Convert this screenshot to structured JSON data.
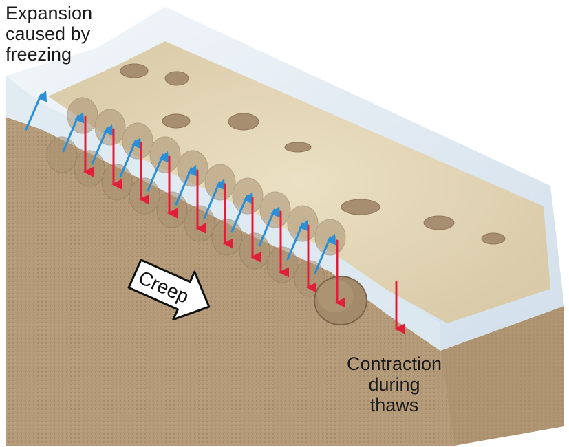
{
  "labels": {
    "expansion": [
      "Expansion",
      "caused by",
      "freezing"
    ],
    "creep": "Creep",
    "contraction": [
      "Contraction",
      "during",
      "thaws"
    ]
  },
  "colors": {
    "expansion_arrow": "#2a8fd6",
    "contraction_arrow": "#e0203a",
    "soil_side": "#b49a78",
    "soil_top": "#e6d9b8",
    "ice": "#dfe9f1"
  },
  "icons": {
    "expansion": "arrow-up-right-icon",
    "contraction": "arrow-down-icon",
    "creep": "arrow-right-icon"
  }
}
